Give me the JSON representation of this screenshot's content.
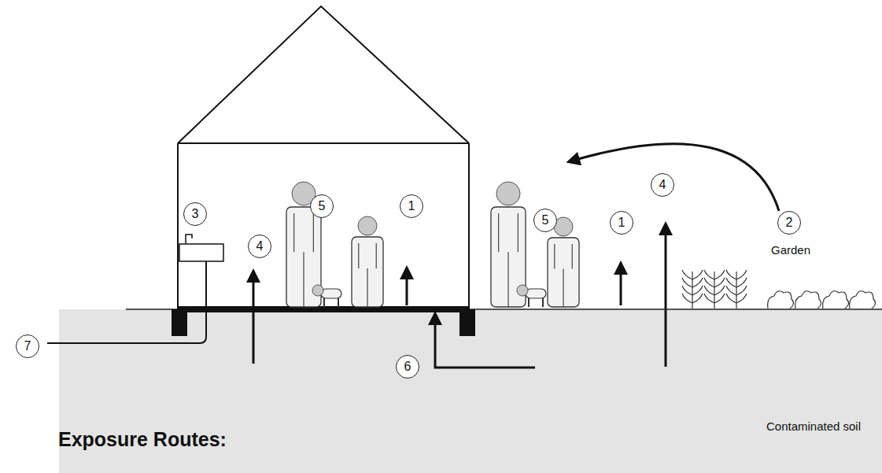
{
  "diagram": {
    "title": "Exposure Routes:",
    "labels": [
      "3",
      "5",
      "1",
      "4",
      "5",
      "1",
      "4",
      "2",
      "Garden",
      "7",
      "6",
      "Contaminated soil"
    ]
  }
}
